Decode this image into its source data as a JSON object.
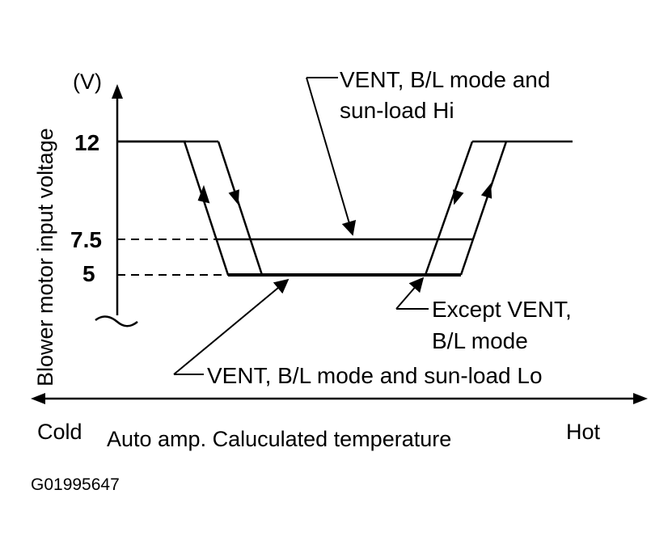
{
  "diagram": {
    "y_axis_title": "Blower motor input voltage",
    "y_axis_unit": "(V)",
    "y_ticks": [
      "12",
      "7.5",
      "5"
    ],
    "x_left_label": "Cold",
    "x_center_label": "Auto amp. Caluculated temperature",
    "x_right_label": "Hot",
    "annotations": {
      "sun_load_hi_line1": "VENT, B/L mode and",
      "sun_load_hi_line2": "sun-load Hi",
      "except_vent_line1": "Except VENT,",
      "except_vent_line2": "B/L mode",
      "sun_load_lo": "VENT, B/L mode and sun-load Lo"
    },
    "figure_code": "G01995647"
  }
}
